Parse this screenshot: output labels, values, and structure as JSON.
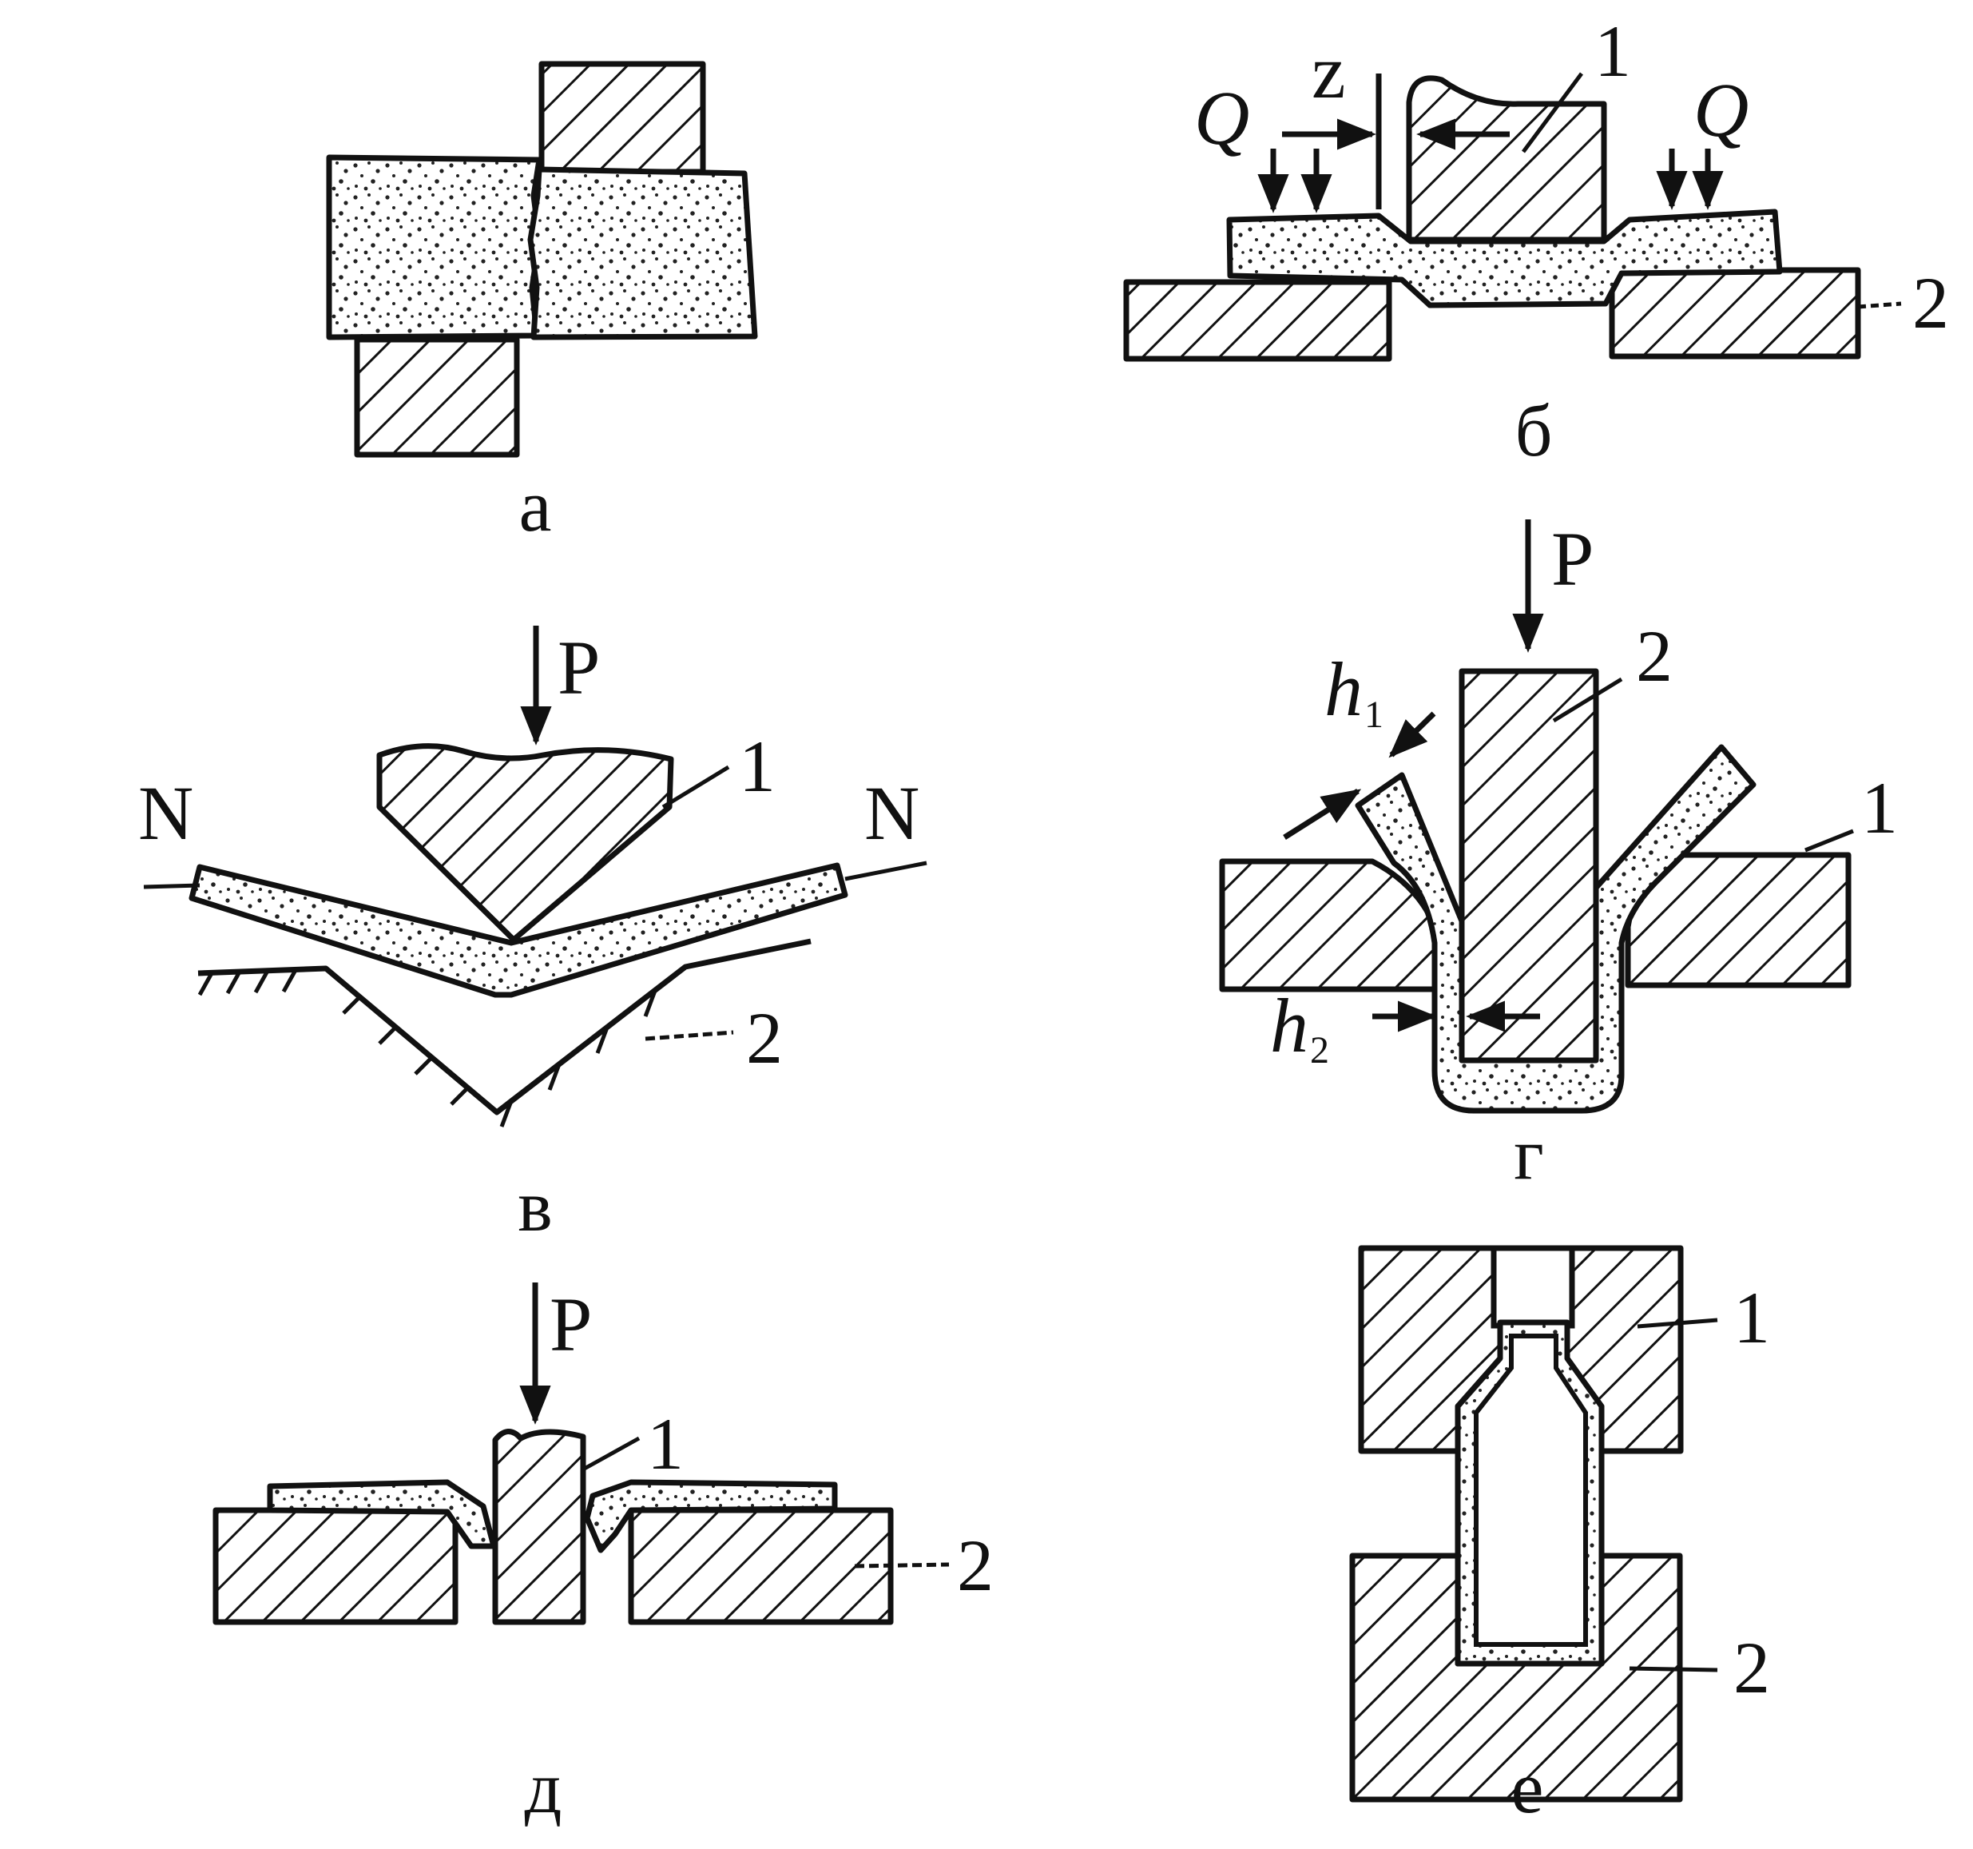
{
  "panels": {
    "a": {
      "caption": "а"
    },
    "b": {
      "caption": "б",
      "force_left": "Q",
      "force_right": "Q",
      "gap": "z",
      "label_1": "1",
      "label_2": "2"
    },
    "v": {
      "caption": "в",
      "force": "P",
      "side_left": "N",
      "side_right": "N",
      "label_1": "1",
      "label_2": "2"
    },
    "g": {
      "caption": "г",
      "force": "P",
      "h1": "h",
      "h1_sub": "1",
      "h2": "h",
      "h2_sub": "2",
      "label_1": "1",
      "label_2": "2"
    },
    "d": {
      "caption": "д",
      "force": "P",
      "label_1": "1",
      "label_2": "2"
    },
    "e": {
      "caption": "е",
      "label_1": "1",
      "label_2": "2"
    }
  },
  "style": {
    "ink": "#111111",
    "background": "#ffffff"
  }
}
